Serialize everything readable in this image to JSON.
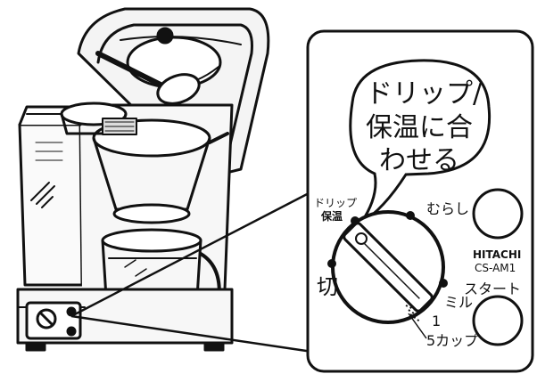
{
  "callout": {
    "line1": "ドリップ/",
    "line2": "保温に合",
    "line3": "わせる"
  },
  "dial_labels": {
    "drip": "ドリップ",
    "keep_warm": "保温",
    "murashi": "むらし",
    "off": "切",
    "mill": "ミル",
    "one": "1",
    "five_cups": "5カップ"
  },
  "buttons": {
    "start": "スタート"
  },
  "brand": {
    "name": "HITACHI",
    "model": "CS-AM1"
  }
}
